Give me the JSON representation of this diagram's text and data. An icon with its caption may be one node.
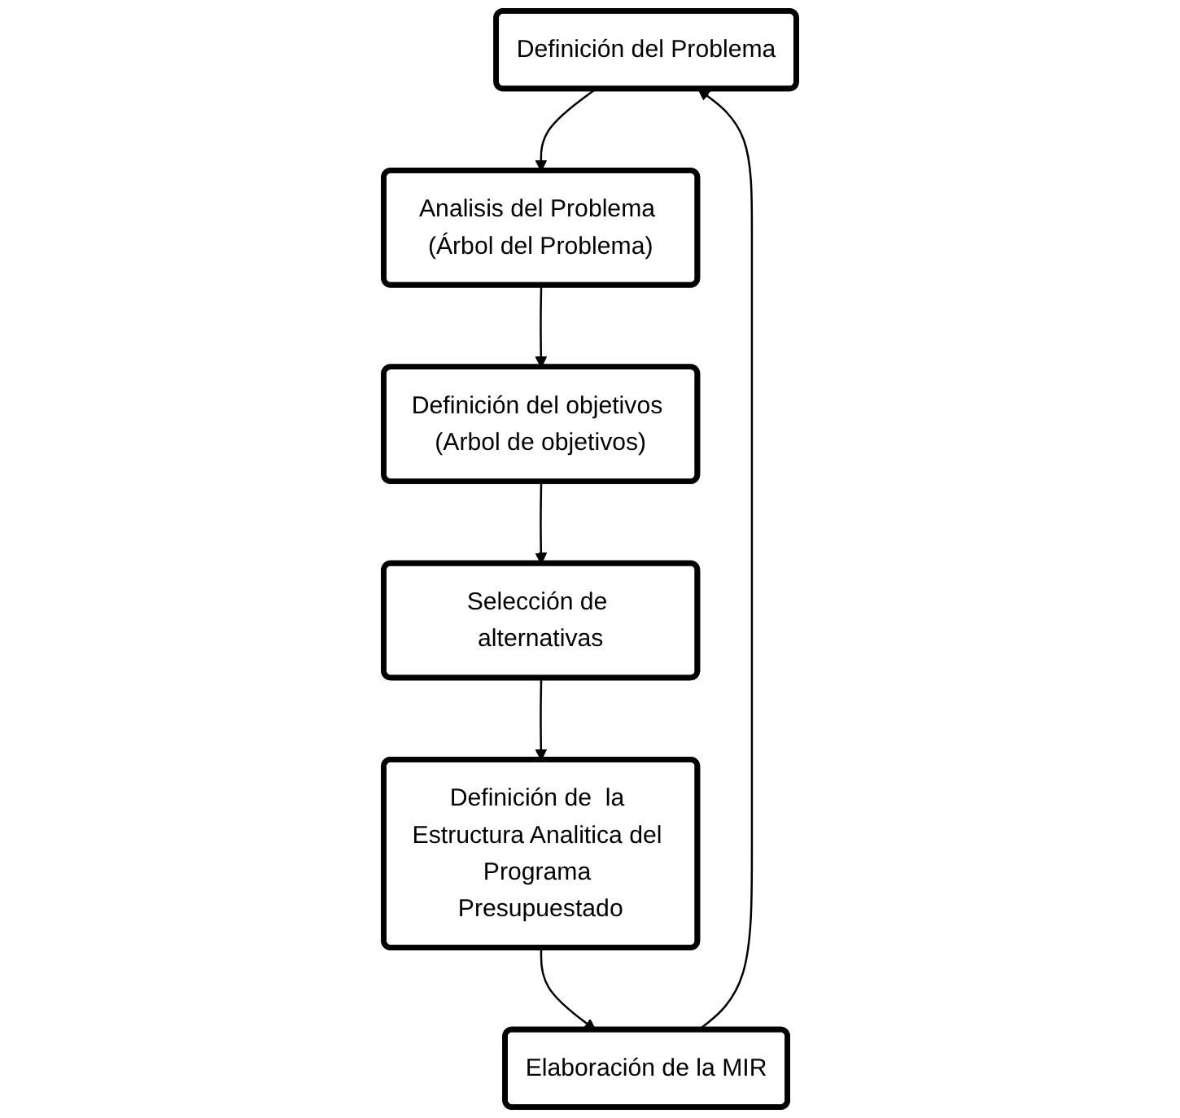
{
  "diagram": {
    "nodes": [
      {
        "text": [
          "Definición del Problema"
        ]
      },
      {
        "text": [
          "Analisis del Problema (Árbol del Problema)"
        ]
      },
      {
        "text": [
          "Definición del objetivos (Arbol de objetivos)"
        ]
      },
      {
        "text": [
          "Selección de alternativas"
        ]
      },
      {
        "text": [
          "Definición de  la Estructura Analitica del Programa Presupuestado"
        ]
      },
      {
        "text": [
          "Elaboración de la MIR"
        ]
      }
    ],
    "edges": [
      {
        "from": 0,
        "to": 1,
        "arrow": "to"
      },
      {
        "from": 1,
        "to": 2,
        "arrow": "to"
      },
      {
        "from": 2,
        "to": 3,
        "arrow": "to"
      },
      {
        "from": 3,
        "to": 4,
        "arrow": "to"
      },
      {
        "from": 4,
        "to": 5,
        "arrow": "to"
      },
      {
        "from": 5,
        "to": 0,
        "arrow": "to"
      }
    ]
  }
}
